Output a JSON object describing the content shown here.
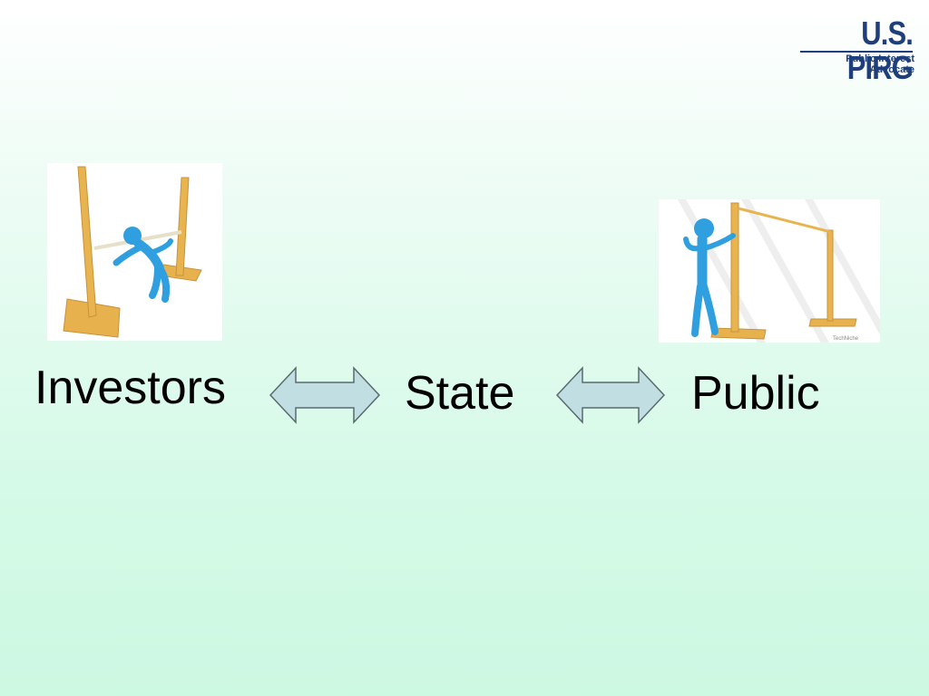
{
  "logo": {
    "name": "U.S. PIRG",
    "tagline_line1": "Public Interest",
    "tagline_line2": "Advocate"
  },
  "diagram": {
    "nodes": [
      "Investors",
      "State",
      "Public"
    ],
    "connectors": [
      "double-arrow",
      "double-arrow"
    ]
  },
  "images": {
    "left": "stick figure limbo under bar",
    "right": "stick figure leaning on high bar",
    "right_watermark": "TechNiche"
  },
  "colors": {
    "arrow_fill": "#c1dfe2",
    "arrow_stroke": "#5a6a6c",
    "post_wood": "#e7b24e",
    "figure_blue": "#2f9fe0"
  }
}
